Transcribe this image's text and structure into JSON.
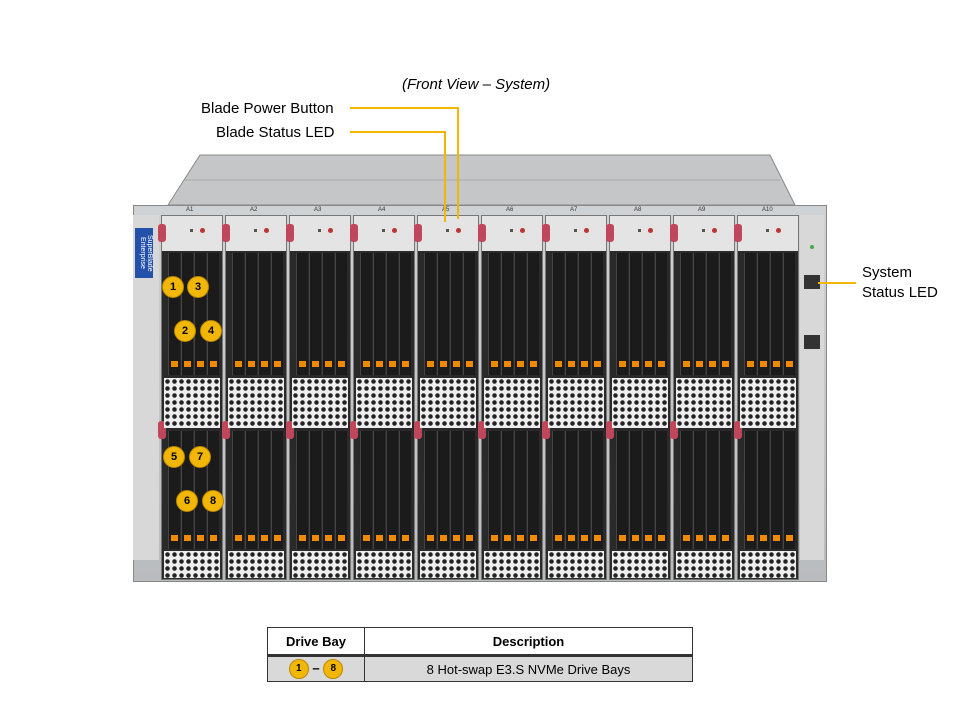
{
  "title": "(Front View – System)",
  "callouts": {
    "blade_power_button": "Blade Power Button",
    "blade_status_led": "Blade Status LED",
    "system_status_led_line1": "System",
    "system_status_led_line2": "Status LED"
  },
  "chassis": {
    "brand_label": "SuperBlade Enterprise",
    "blade_labels": [
      "A1",
      "A2",
      "A3",
      "A4",
      "A5",
      "A6",
      "A7",
      "A8",
      "A9",
      "A10"
    ],
    "drive_badges": [
      "1",
      "2",
      "3",
      "4",
      "5",
      "6",
      "7",
      "8"
    ]
  },
  "table": {
    "headers": [
      "Drive Bay",
      "Description"
    ],
    "rows": [
      {
        "from": "1",
        "dash": "–",
        "to": "8",
        "description": "8 Hot-swap E3.S NVMe Drive Bays"
      }
    ]
  },
  "colors": {
    "callout": "#f2b705",
    "drive_tab": "#f08a00"
  }
}
